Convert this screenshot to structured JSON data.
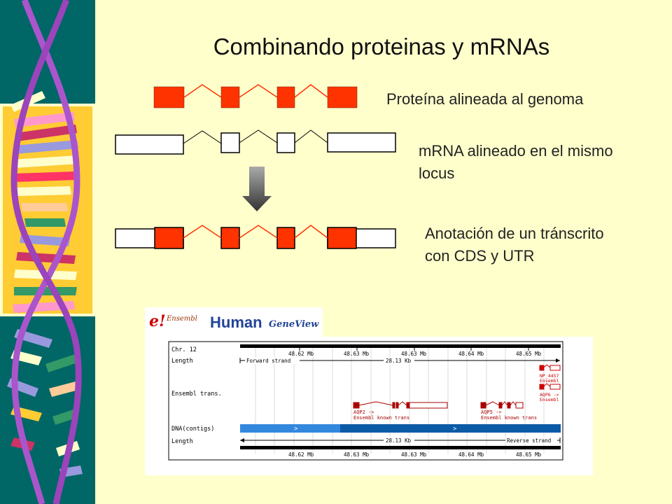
{
  "slide": {
    "title": "Combinando proteinas y mRNAs",
    "protein_label": "Proteína alineada al genoma",
    "mrna_label": "mRNA alineado en el mismo locus",
    "annotation_label": "Anotación de un tránscrito con CDS y UTR"
  },
  "colors": {
    "background": "#ffffcc",
    "exon_red": "#ff3300",
    "side_teal": "#006666",
    "ensembl_blue": "#1166bb"
  },
  "ensembl": {
    "logo_e": "e!",
    "logo_ensembl": "Ensembl",
    "logo_human": "Human",
    "logo_geneview": "GeneView",
    "row_labels": [
      "Chr. 12",
      "Length",
      "Ensembl trans.",
      "DNA(contigs)",
      "Length"
    ],
    "mb_ticks": [
      "48.62 Mb",
      "48.63 Mb",
      "48.63 Mb",
      "48.64 Mb",
      "48.65 Mb"
    ],
    "forward_strand": "Forward strand",
    "reverse_strand": "Reverse strand",
    "length_kb": "28.13 Kb",
    "genes": [
      {
        "name": "AQP2 ->",
        "desc": "Ensembl known trans"
      },
      {
        "name": "AQP5 ->",
        "desc": "Ensembl known trans"
      }
    ],
    "right_labels": [
      "NP_4457",
      "Ensembl",
      "AQP6 ->",
      "Ensembl"
    ],
    "contig_arrow": ">"
  }
}
